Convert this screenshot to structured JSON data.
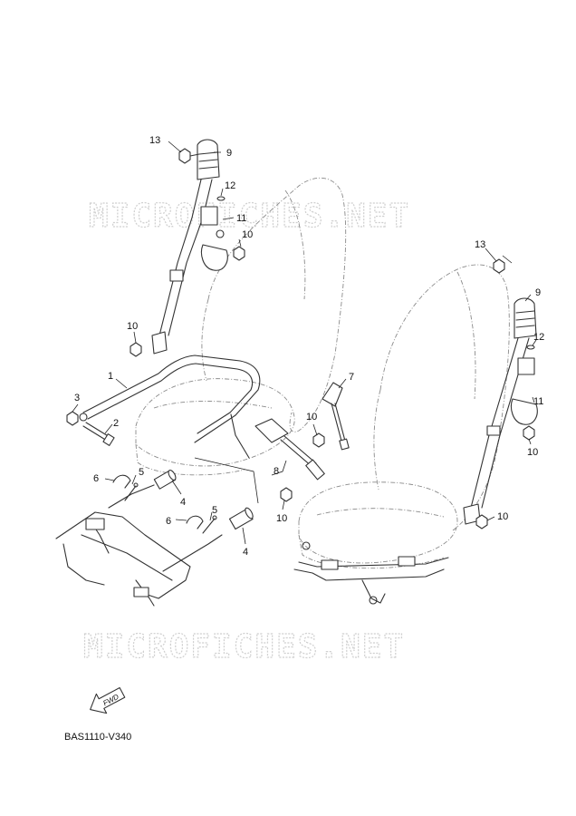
{
  "diagram": {
    "code": "BAS1110-V340",
    "watermark": "MICROFICHES.NET",
    "fwd_label": "FWD",
    "callouts": [
      {
        "id": "c13a",
        "label": "13"
      },
      {
        "id": "c9a",
        "label": "9"
      },
      {
        "id": "c12a",
        "label": "12"
      },
      {
        "id": "c11a",
        "label": "11"
      },
      {
        "id": "c10a",
        "label": "10"
      },
      {
        "id": "c10b",
        "label": "10"
      },
      {
        "id": "c1",
        "label": "1"
      },
      {
        "id": "c3",
        "label": "3"
      },
      {
        "id": "c2",
        "label": "2"
      },
      {
        "id": "c6a",
        "label": "6"
      },
      {
        "id": "c5a",
        "label": "5"
      },
      {
        "id": "c4a",
        "label": "4"
      },
      {
        "id": "c6b",
        "label": "6"
      },
      {
        "id": "c5b",
        "label": "5"
      },
      {
        "id": "c4b",
        "label": "4"
      },
      {
        "id": "c7",
        "label": "7"
      },
      {
        "id": "c10c",
        "label": "10"
      },
      {
        "id": "c8",
        "label": "8"
      },
      {
        "id": "c10d",
        "label": "10"
      },
      {
        "id": "c13b",
        "label": "13"
      },
      {
        "id": "c9b",
        "label": "9"
      },
      {
        "id": "c12b",
        "label": "12"
      },
      {
        "id": "c11b",
        "label": "11"
      },
      {
        "id": "c10e",
        "label": "10"
      },
      {
        "id": "c10f",
        "label": "10"
      }
    ]
  }
}
